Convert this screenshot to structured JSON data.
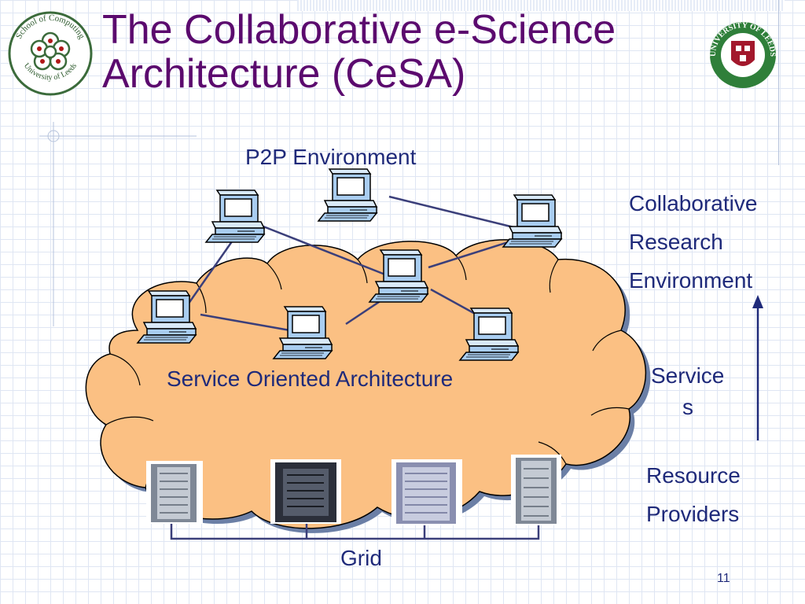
{
  "slide": {
    "title_line1": "The Collaborative e-Science",
    "title_line2": "Architecture (CeSA)",
    "page_number": "11"
  },
  "logos": {
    "left": {
      "text_top": "School of Computing",
      "text_bottom": "University of Leeds"
    },
    "right": {
      "text": "UNIVERSITY OF LEEDS"
    }
  },
  "diagram": {
    "p2p_label": "P2P Environment",
    "soa_label": "Service Oriented Architecture",
    "grid_label": "Grid",
    "right_labels": {
      "collab_line1": "Collaborative",
      "collab_line2": "Research",
      "collab_line3": "Environment",
      "services_line1": "Service",
      "services_line2": "s",
      "providers_line1": "Resource",
      "providers_line2": "Providers"
    }
  },
  "colors": {
    "title": "#5b0a6e",
    "label": "#1f2a7a",
    "cloud_fill": "#fbc083",
    "computer_fill": "#a9cdf0"
  }
}
